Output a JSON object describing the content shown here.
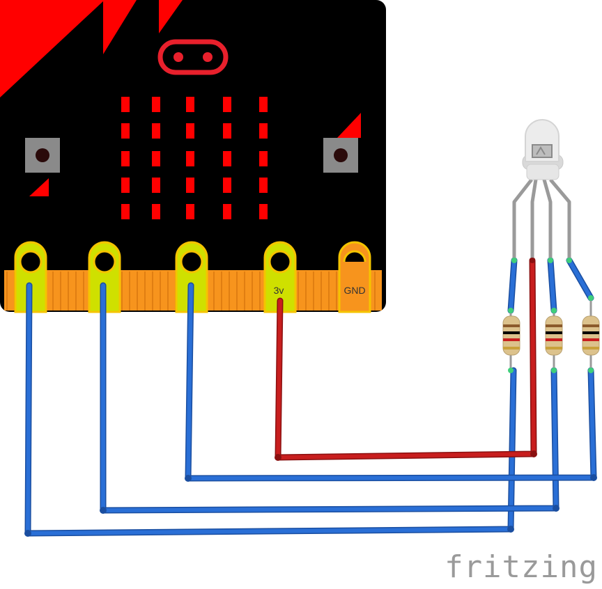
{
  "board": {
    "pin_labels": {
      "p3v": "3v",
      "gnd": "GND"
    }
  },
  "colors": {
    "board": "#000000",
    "accent_red": "#ff0000",
    "led_red": "#e8202c",
    "edge_orange": "#f7941d",
    "pad_yellow": "#cfe000",
    "pad_ring": "#f5c400",
    "wire_blue": "#2a6fd6",
    "wire_red": "#c81e1e",
    "resistor_body": "#dcc28c",
    "lead_gray": "#9a9a9a"
  },
  "branding": {
    "text": "fritzing"
  }
}
